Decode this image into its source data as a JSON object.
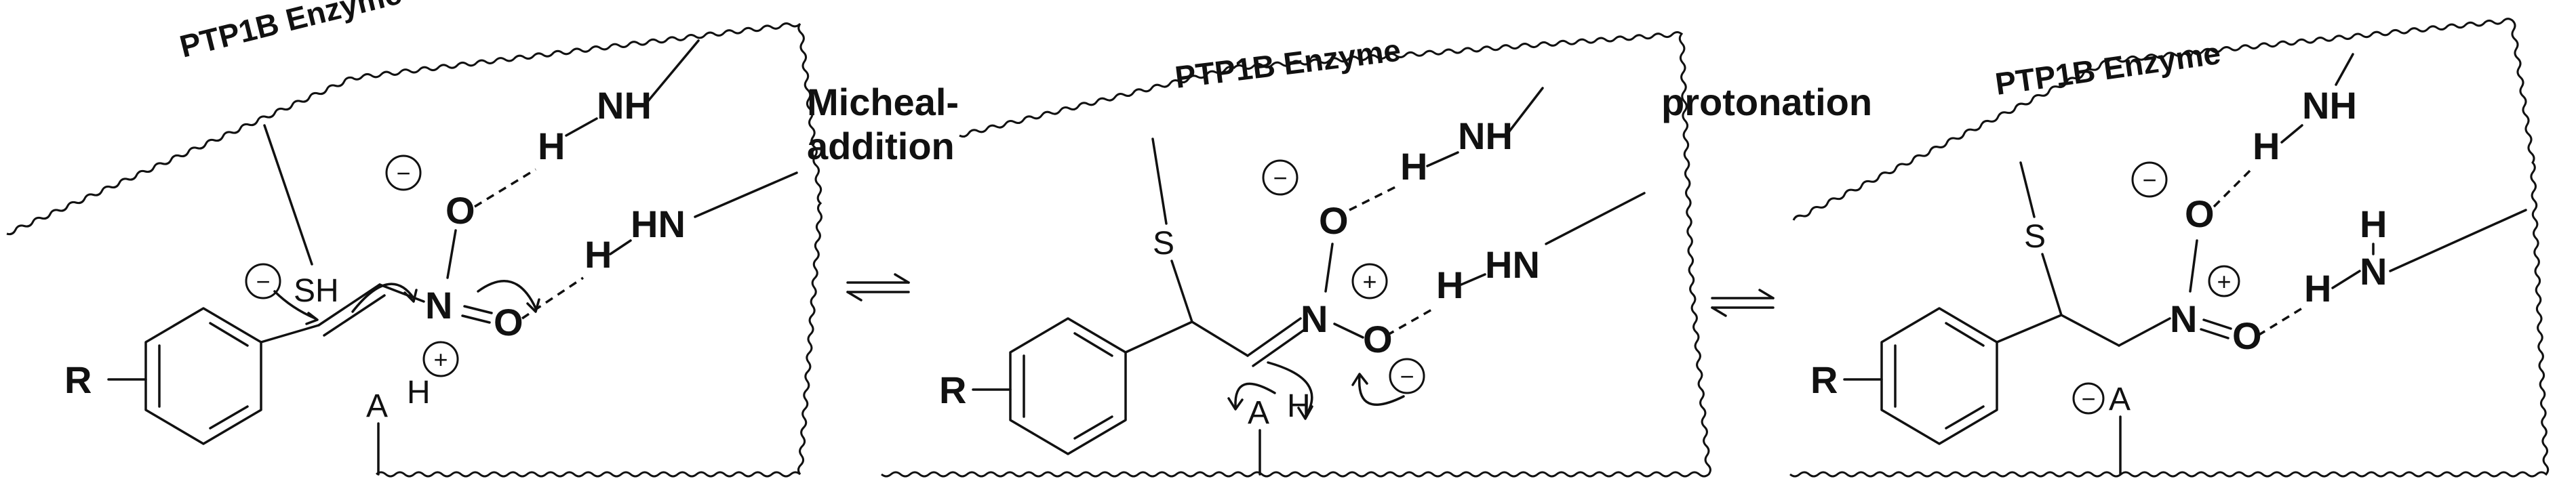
{
  "diagram": {
    "enzyme_label": "PTP1B Enzyme",
    "arrows": {
      "step1_line1": "Micheal-",
      "step1_line2": "addition",
      "step2": "protonation"
    },
    "atoms": {
      "R": "R",
      "SH": "SH",
      "S": "S",
      "NH": "NH",
      "HN": "HN",
      "N": "N",
      "H": "H",
      "O": "O",
      "A": "A"
    },
    "charges": {
      "minus": "−",
      "plus": "+"
    }
  }
}
